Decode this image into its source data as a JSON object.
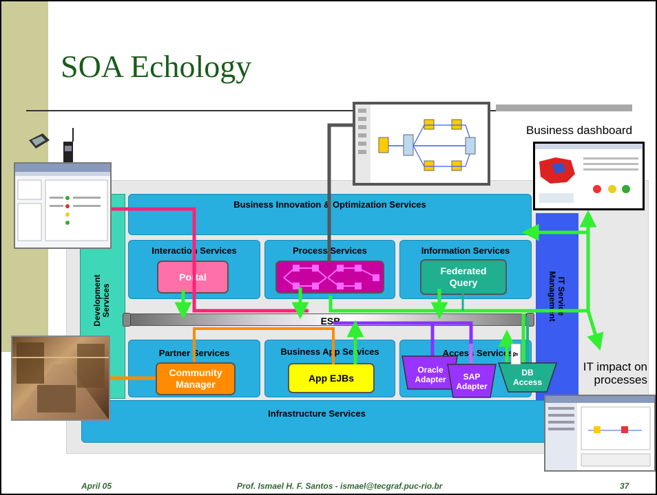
{
  "slide": {
    "title": "SOA Echology"
  },
  "diagram": {
    "top_service": "Business Innovation & Optimization Services",
    "development": "Development Services",
    "it_management": "IT Service Management",
    "interaction": "Interaction Services",
    "process": "Process Services",
    "information": "Information Services",
    "portal": "Portal",
    "federated_query": "Federated Query",
    "esb": "ESB",
    "partner": "Partner Services",
    "business_app": "Business App Services",
    "access": "Access Services",
    "community_manager": "Community Manager",
    "app_ejbs": "App EJBs",
    "oracle_adapter": "Oracle Adapter",
    "sap_adapter": "SAP Adapter",
    "db_access": "DB Access",
    "infrastructure": "Infrastructure Services",
    "business_dashboard": "Business dashboard",
    "it_impact": "IT impact on processes",
    "hidden_label": "&",
    "colors": {
      "service_box": "#29aee0",
      "development_bar": "#3ed8b8",
      "it_bar": "#3a5cf0",
      "portal": "#ff6fa8",
      "process": "#c800a0",
      "federated": "#20b090",
      "community": "#ff8c00",
      "app_ejbs": "#ffff00",
      "adapter": "#9933ff",
      "db_access": "#20b090",
      "arrow_green": "#33ee33",
      "line_pink": "#ff2277",
      "line_purple": "#8833ff",
      "line_gray": "#555555"
    }
  },
  "footer": {
    "date": "April 05",
    "author": "Prof. Ismael H. F. Santos - ismael@tecgraf.puc-rio.br",
    "page": "37"
  }
}
